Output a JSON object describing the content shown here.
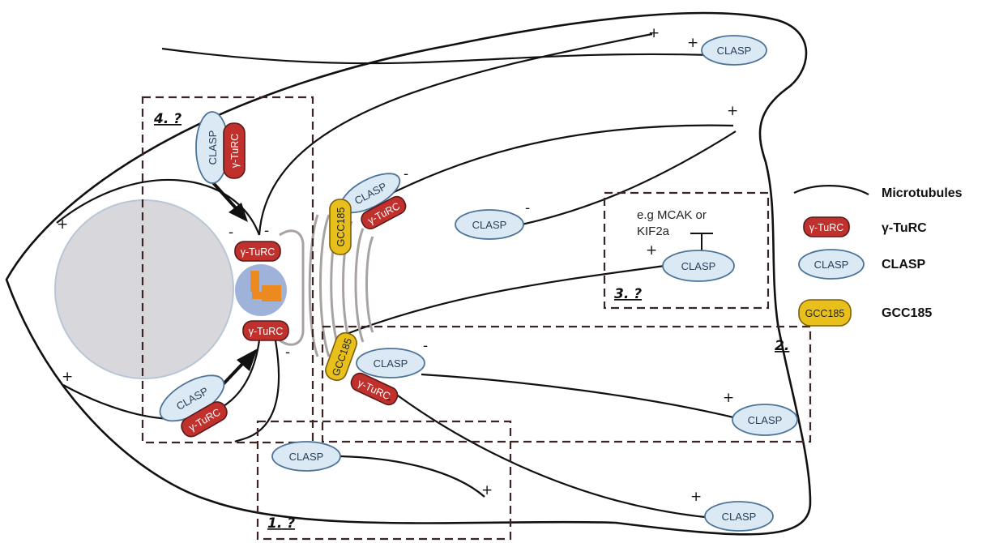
{
  "labels": {
    "clasp": "CLASP",
    "gamma_turc": "γ-TuRC",
    "gcc185": "GCC185",
    "plus": "+",
    "minus": "-"
  },
  "boxes": {
    "box1": "1. ?",
    "box2": "2.",
    "box3": "3. ?",
    "box4": "4. ?"
  },
  "annotation": {
    "line1": "e.g MCAK or",
    "line2": "KIF2a"
  },
  "legend": {
    "microtubules": "Microtubules",
    "gamma_turc": "γ-TuRC",
    "clasp": "CLASP",
    "gcc185": "GCC185"
  },
  "colors": {
    "clasp_fill": "#dbe9f5",
    "gamma_turc_fill": "#c0302c",
    "gcc185_fill": "#e9c01b",
    "nucleus_fill": "#d8d8dc",
    "centrosome_fill": "#9fb2d9",
    "centriole_fill": "#ec8a1f",
    "golgi_stroke": "#a8a2a2"
  }
}
